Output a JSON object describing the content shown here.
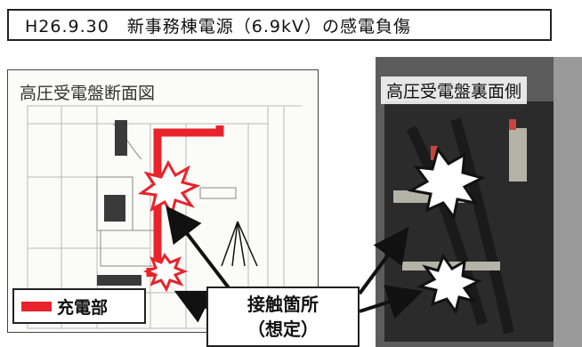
{
  "title": "H26.9.30　新事務棟電源（6.9kV）の感電負傷",
  "left_panel": {
    "label": "高圧受電盤断面図"
  },
  "right_panel": {
    "label": "高圧受電盤裏面側"
  },
  "legend": {
    "label": "充電部",
    "color": "#e8232b"
  },
  "callout": {
    "line1": "接触箇所",
    "line2": "（想定）"
  }
}
